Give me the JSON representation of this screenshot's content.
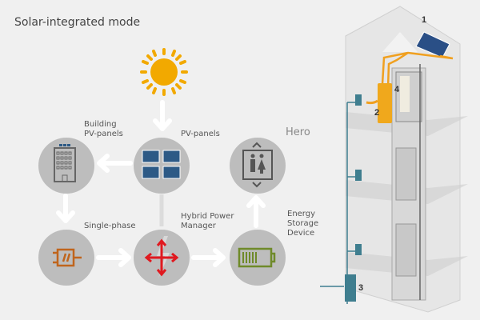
{
  "title": "Solar-integrated mode",
  "labels": {
    "building_pv": "Building\nPV-panels",
    "pv_panels": "PV-panels",
    "hero": "Hero",
    "single_phase": "Single-phase",
    "hybrid": "Hybrid Power\nManager",
    "storage": "Energy\nStorage\nDevice"
  },
  "callouts": [
    "1",
    "2",
    "3",
    "4"
  ],
  "colors": {
    "sun": "#f2a900",
    "panel": "#2d5a86",
    "plug": "#c0651c",
    "hybrid": "#e0191f",
    "battery": "#6f8a2a",
    "circle": "#bdbdbd",
    "cable": "#f0a020",
    "box": "#3f7e8f"
  }
}
